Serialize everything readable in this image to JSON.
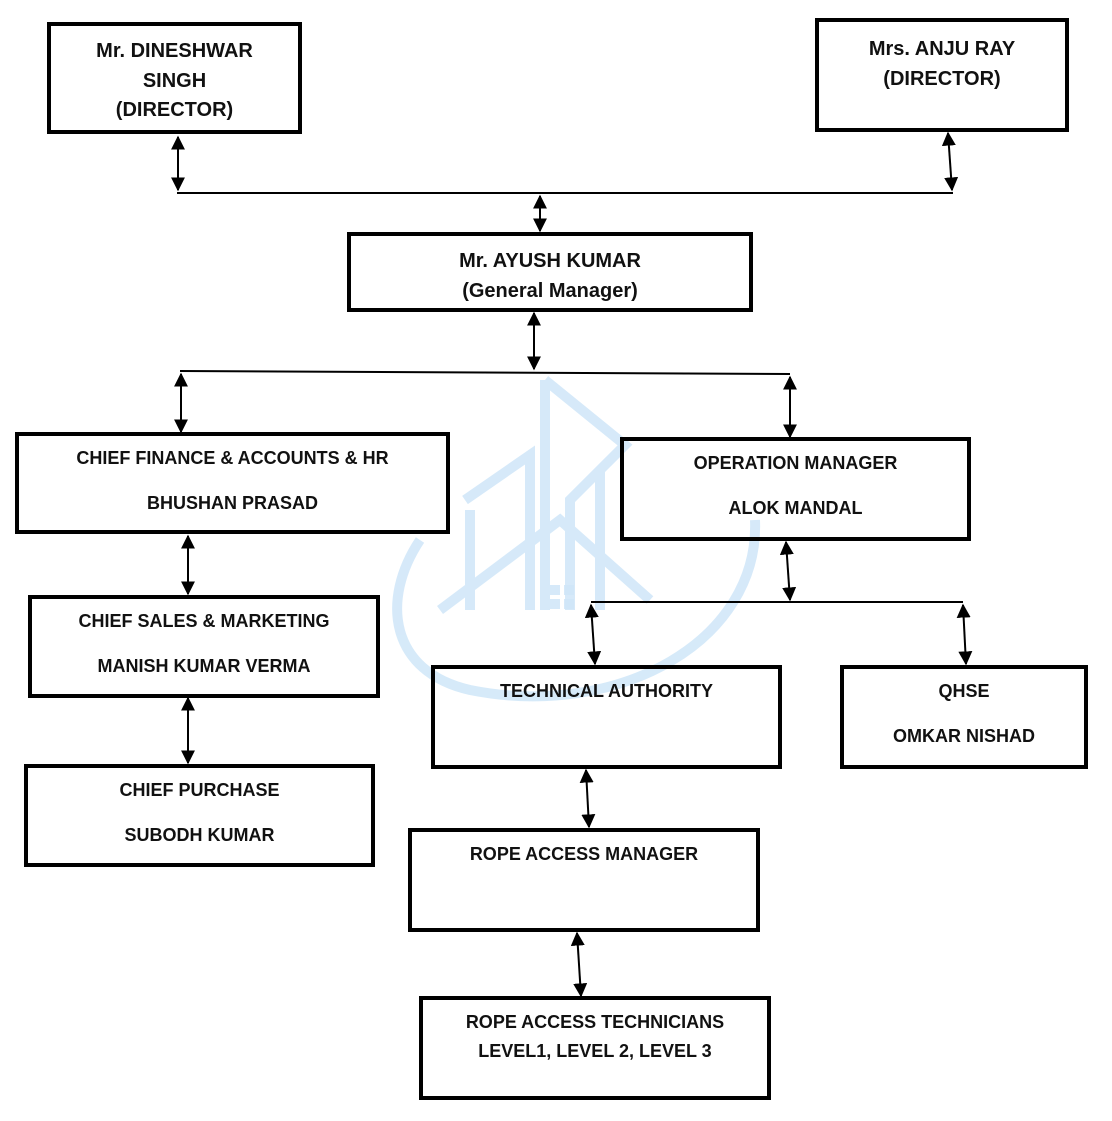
{
  "colors": {
    "line": "#000000",
    "watermark": "#cfe6f8"
  },
  "icons": {
    "watermark": "building-logo-watermark",
    "arrow": "double-headed-arrow"
  },
  "boxes": {
    "director1": {
      "line1": "Mr. DINESHWAR",
      "line2": "SINGH",
      "line3": "(DIRECTOR)"
    },
    "director2": {
      "line1": "Mrs. ANJU RAY",
      "line2": "(DIRECTOR)"
    },
    "gm": {
      "line1": "Mr. AYUSH KUMAR",
      "line2": "(General Manager)"
    },
    "finance": {
      "role": "CHIEF FINANCE & ACCOUNTS & HR",
      "name": "BHUSHAN PRASAD"
    },
    "operation": {
      "role": "OPERATION MANAGER",
      "name": "ALOK MANDAL"
    },
    "sales": {
      "role": "CHIEF SALES & MARKETING",
      "name": "MANISH KUMAR VERMA"
    },
    "purchase": {
      "role": "CHIEF PURCHASE",
      "name": "SUBODH KUMAR"
    },
    "technical": {
      "role": "TECHNICAL AUTHORITY"
    },
    "qhse": {
      "role": "QHSE",
      "name": "OMKAR NISHAD"
    },
    "rope_manager": {
      "role": "ROPE ACCESS MANAGER"
    },
    "rope_tech": {
      "line1": "ROPE ACCESS TECHNICIANS",
      "line2": "LEVEL1, LEVEL 2, LEVEL 3"
    }
  }
}
